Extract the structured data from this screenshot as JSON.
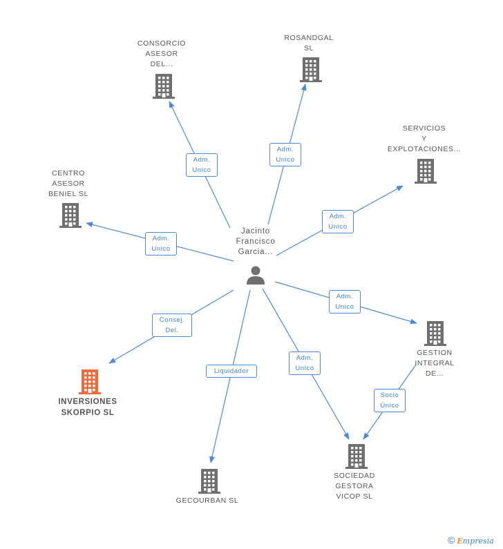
{
  "center": {
    "label": "Jacinto\nFrancisco\nGarcia..."
  },
  "nodes": [
    {
      "id": "consorcio",
      "label": "CONSORCIO\nASESOR\nDEL...",
      "highlight": false
    },
    {
      "id": "rosandgal",
      "label": "ROSANDGAL\nSL",
      "highlight": false
    },
    {
      "id": "servicios",
      "label": "SERVICIOS\nY\nEXPLOTACIONES...",
      "highlight": false
    },
    {
      "id": "centro",
      "label": "CENTRO\nASESOR\nBENIEL SL",
      "highlight": false
    },
    {
      "id": "gestion",
      "label": "GESTION\nINTEGRAL\nDE...",
      "highlight": false
    },
    {
      "id": "inversiones",
      "label": "INVERSIONES\nSKORPIO  SL",
      "highlight": true
    },
    {
      "id": "gecourban",
      "label": "GECOURBAN SL",
      "highlight": false
    },
    {
      "id": "sociedad",
      "label": "SOCIEDAD\nGESTORA\nVICOP SL",
      "highlight": false
    }
  ],
  "relations": [
    {
      "id": "r-consorcio",
      "label": "Adm.\nUnico"
    },
    {
      "id": "r-rosandgal",
      "label": "Adm.\nUnico"
    },
    {
      "id": "r-servicios",
      "label": "Adm.\nUnico"
    },
    {
      "id": "r-centro",
      "label": "Adm.\nUnico"
    },
    {
      "id": "r-gestion",
      "label": "Adm.\nUnico"
    },
    {
      "id": "r-inversiones",
      "label": "Consej.\nDel."
    },
    {
      "id": "r-gecourban",
      "label": "Liquidador"
    },
    {
      "id": "r-sociedad",
      "label": "Adm.\nUnico"
    },
    {
      "id": "r-gestion-sociedad",
      "label": "Socio\nÚnico"
    }
  ],
  "colors": {
    "edge": "#4a8ad8",
    "building": "#6f6f6f",
    "highlight": "#f26a3a",
    "person": "#6f6f6f"
  },
  "footer": {
    "copyright": "©",
    "brand_initial": "E",
    "brand_rest": "mpresia"
  }
}
